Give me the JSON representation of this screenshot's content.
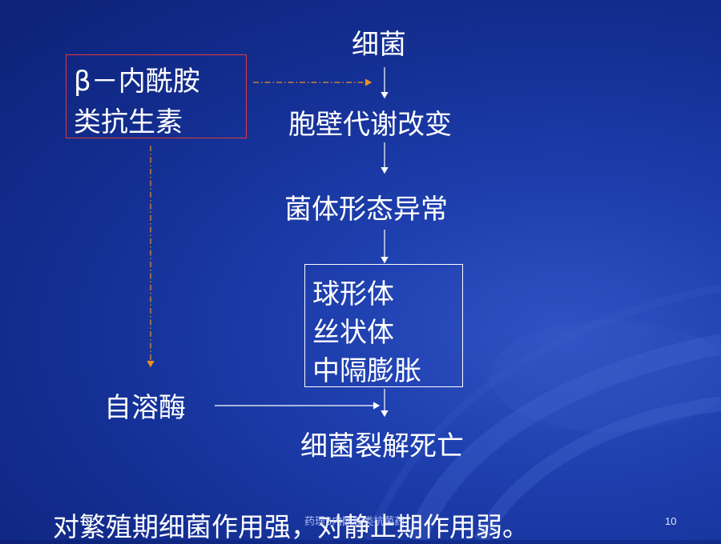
{
  "nodes": {
    "bacteria": "细菌",
    "beta_lactam_line1": "β－内酰胺",
    "beta_lactam_line2": "类抗生素",
    "cell_wall_change": "胞壁代谢改变",
    "abnormal_shape": "菌体形态异常",
    "spheroplast": "球形体",
    "filament": "丝状体",
    "septum_swelling": "中隔膨胀",
    "autolysin": "自溶酶",
    "lysis_death": "细菌裂解死亡"
  },
  "summary": "对繁殖期细菌作用强，对静止期作用弱。",
  "footer": "药理β内酰胺类抗菌药",
  "page_number": "10",
  "colors": {
    "background": "#142f93",
    "red_box": "#e23a3a",
    "dashed_arrow": "#f0901e",
    "white": "#ffffff"
  }
}
